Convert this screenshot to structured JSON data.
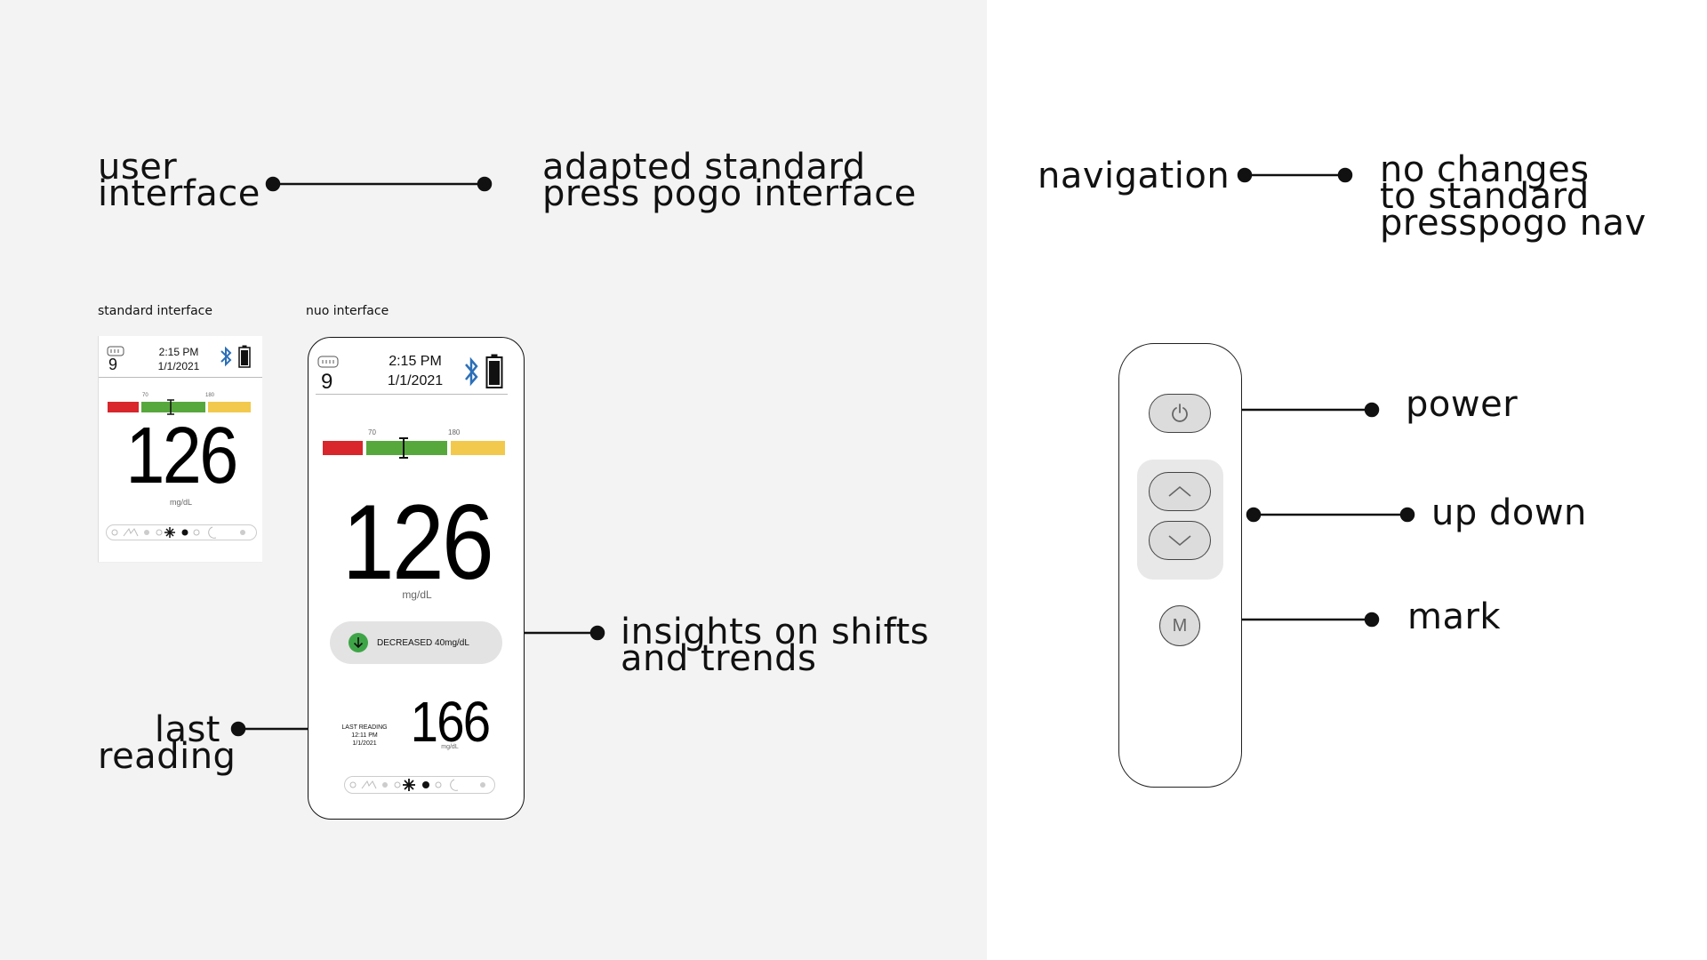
{
  "annotations": {
    "user_interface": [
      "user",
      "interface"
    ],
    "adapted": [
      "adapted standard",
      "press pogo interface"
    ],
    "navigation": "navigation",
    "no_changes": [
      "no changes",
      "to standard",
      "presspogo nav"
    ],
    "insights": [
      "insights on shifts",
      "and trends"
    ],
    "last_reading": [
      "last",
      "reading"
    ],
    "power": "power",
    "up_down": "up down",
    "mark": "mark"
  },
  "captions": {
    "standard": "standard interface",
    "nuo": "nuo interface"
  },
  "standard_screen": {
    "count": "9",
    "time": "2:15 PM",
    "date": "1/1/2021",
    "low_tick": "70",
    "high_tick": "180",
    "value": "126",
    "unit": "mg/dL"
  },
  "nuo_screen": {
    "count": "9",
    "time": "2:15 PM",
    "date": "1/1/2021",
    "low_tick": "70",
    "high_tick": "180",
    "value": "126",
    "unit": "mg/dL",
    "insight": "DECREASED 40mg/dL",
    "last_reading_label": "LAST READING",
    "last_reading_time": "12:11 PM",
    "last_reading_date": "1/1/2021",
    "last_reading_value": "166",
    "last_reading_unit": "mg/dL"
  },
  "remote": {
    "mark_label": "M"
  },
  "colors": {
    "low": "#d8262c",
    "in_range": "#57a83c",
    "high": "#f2c94c",
    "bluetooth": "#2b6fb8",
    "insight_arrow": "#3ea547"
  }
}
